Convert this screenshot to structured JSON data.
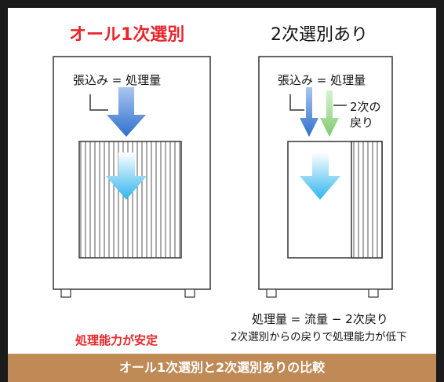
{
  "left": {
    "title": "オール1次選別",
    "label": "張込み = 処理量",
    "result": "処理能力が安定"
  },
  "right": {
    "title": "2次選別あり",
    "label": "張込み = 処理量",
    "return_label_line1": "2次の",
    "return_label_line2": "戻り",
    "formula": "処理量 = 流量 − 2次戻り",
    "result": "2次選別からの戻りで処理能力が低下"
  },
  "footer": {
    "caption": "オール1次選別と2次選別ありの比較"
  },
  "colors": {
    "accent_red": "#e8262b",
    "footer_bg": "#c08a57",
    "arrow_blue": "#2f6fcf",
    "arrow_cyan": "#2fb5ee",
    "arrow_green": "#7ccc6a"
  }
}
